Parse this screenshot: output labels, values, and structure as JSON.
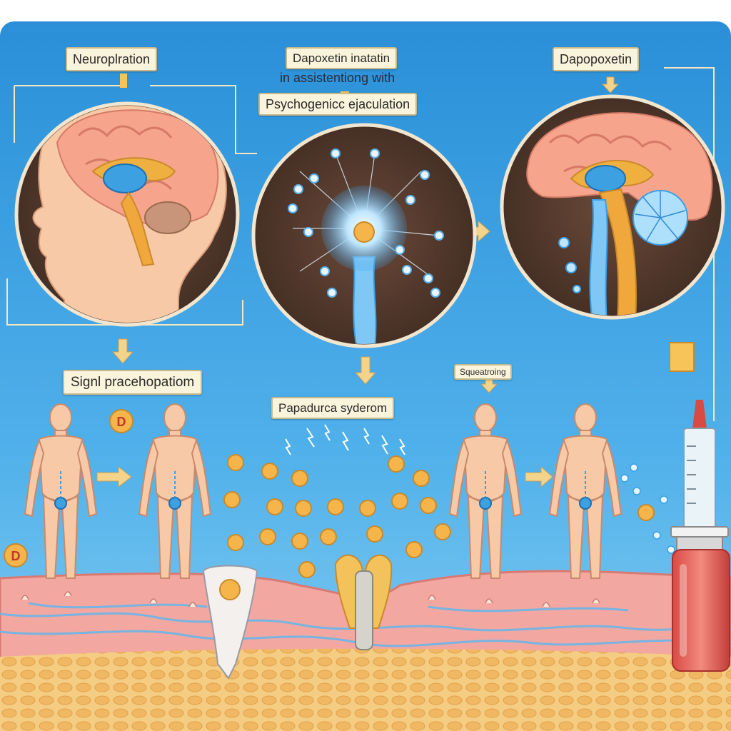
{
  "labels": {
    "neuro": "Neuroplration",
    "title_line1": "Dapoxetin inatatin",
    "title_line2": "in assistentiong with",
    "title_line3": "Psychogenicc ejaculation",
    "right": "Dapopoxetin",
    "signal": "Signl pracehopatiom",
    "middle": "Papadurca syderom",
    "small": "Squeatroing"
  },
  "molecule_letter": "D",
  "colors": {
    "sky_top": "#2a8fd8",
    "sky_bottom": "#7ec8f0",
    "tissue": "#f2a7a0",
    "fat": "#f3c77a",
    "brain": "#f6a48c",
    "skin": "#f7c9a6",
    "nerve": "#4aa3e0",
    "molecule": "#f5b54a"
  }
}
